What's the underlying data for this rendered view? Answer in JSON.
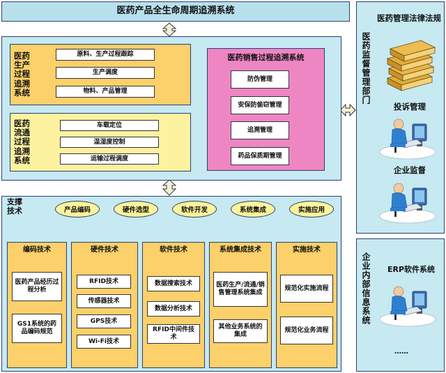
{
  "title": "医药产品全生命周期追溯系统",
  "production": {
    "title": "医药\n生产\n过程\n追溯\n系统",
    "items": [
      "原料、生产过程跟踪",
      "生产调度",
      "物料、产品管理"
    ]
  },
  "circulation": {
    "title": "医药\n流通\n过程\n追溯\n系统",
    "items": [
      "车载定位",
      "温湿度控制",
      "运输过程调度"
    ]
  },
  "sales": {
    "title": "医药销售过程追溯系统",
    "items": [
      "防伪管理",
      "安保防偷窃管理",
      "追溯管理",
      "药品保质期管理"
    ]
  },
  "support": {
    "title": "支撑\n技术",
    "ovals": [
      "产品编码",
      "硬件选型",
      "软件开发",
      "系统集成",
      "实施应用"
    ],
    "columns": [
      {
        "title": "编码技术",
        "items": [
          "医药产品经历过程分析",
          "GS1系统的药品编码规范"
        ]
      },
      {
        "title": "硬件技术",
        "items": [
          "RFID技术",
          "传感器技术",
          "GPS技术",
          "Wi-Fi技术"
        ]
      },
      {
        "title": "软件技术",
        "items": [
          "数据搜索技术",
          "数据分析技术",
          "RFID中间件技术"
        ]
      },
      {
        "title": "系统集成技术",
        "items": [
          "医药生产/流通/销售管理系统集成",
          "其他业务系统的集成"
        ]
      },
      {
        "title": "实施技术",
        "items": [
          "规范化实施流程",
          "规范化业务流程"
        ]
      }
    ]
  },
  "regulator": {
    "vertical_title": "医药监督管理部门",
    "law_label": "医药管理法律法规",
    "complaint_label": "投诉管理",
    "supervision_label": "企业监督"
  },
  "enterprise": {
    "vertical_title": "企业内部信息系统",
    "erp_label": "ERP软件系统",
    "ellipsis": "……"
  },
  "colors": {
    "title_band": "#b8e0ec",
    "panel": "#c6e9f2",
    "orange": "#fcd06a",
    "yellow": "#fdf2a0",
    "pink": "#ee86c4",
    "oval": "#fbf49a",
    "frame": "#2d3f6e"
  },
  "icons": [
    "double-arrow-icon",
    "books-stack-icon",
    "person-at-computer-icon"
  ]
}
